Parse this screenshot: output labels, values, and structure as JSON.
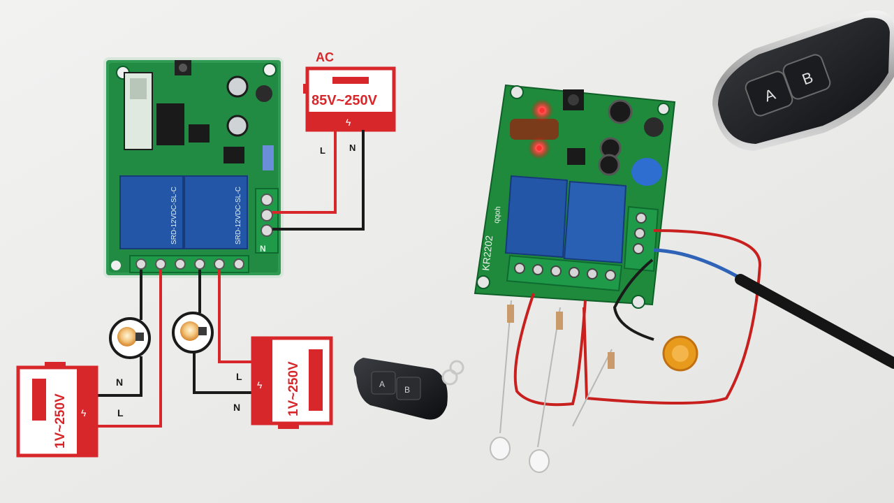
{
  "diagram": {
    "ac_label": "AC",
    "ac_supply_voltage": "85V~250V",
    "left_supply_voltage": "1V~250V",
    "right_supply_voltage": "1V~250V",
    "wire_l": "L",
    "wire_n": "N",
    "terminal_n": "N"
  },
  "left_board": {
    "relay_1_text": "SRD-12VDC-SL-C",
    "relay_2_text": "SRD-12VDC-SL-C"
  },
  "photo_board": {
    "model": "KR2202",
    "brand": "qqoh"
  },
  "small_remote": {
    "button_a": "A",
    "button_b": "B"
  },
  "large_remote": {
    "button_a": "A",
    "button_b": "B"
  },
  "colors": {
    "diagram_red": "#d8272b",
    "pcb_green": "#1f8a3c",
    "relay_blue": "#2456a8",
    "terminal_green": "#1f9a48",
    "background": "#ececeb"
  }
}
